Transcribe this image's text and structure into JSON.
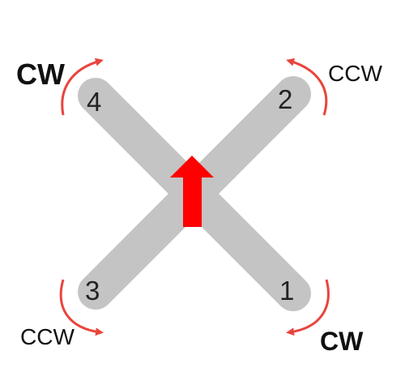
{
  "colors": {
    "arm": "#c4c4c4",
    "arrow": "#ff0000",
    "rotation": "#e8453c",
    "text": "#111111"
  },
  "icons": {
    "forward": "forward-arrow-icon",
    "rotation": "rotation-arc-arrow-icon"
  },
  "motors": [
    {
      "number": "4",
      "direction": "CW"
    },
    {
      "number": "2",
      "direction": "CCW"
    },
    {
      "number": "3",
      "direction": "CCW"
    },
    {
      "number": "1",
      "direction": "CW"
    }
  ]
}
